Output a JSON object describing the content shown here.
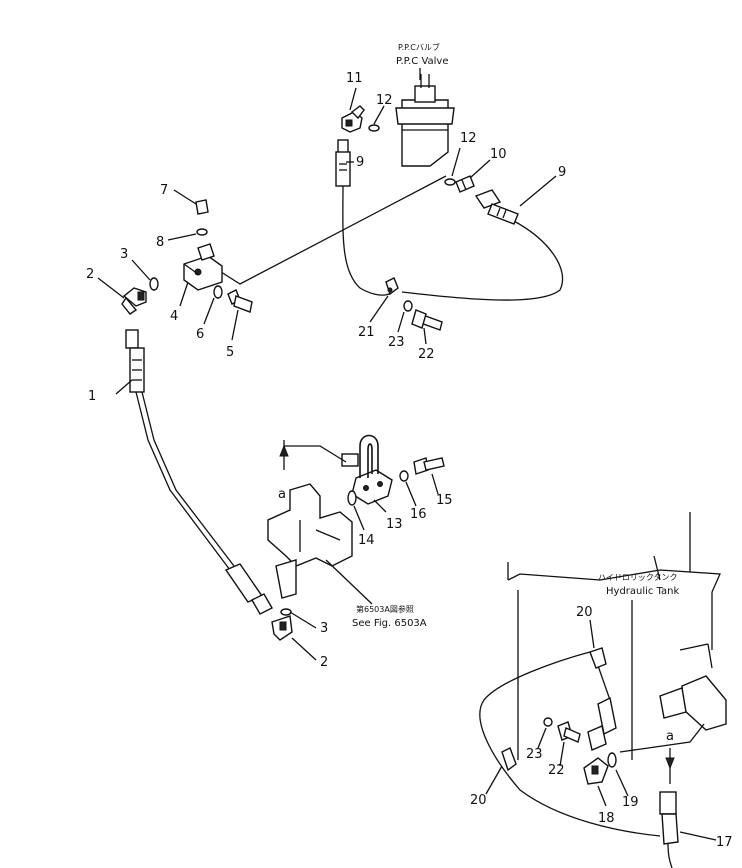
{
  "captions": {
    "ppc_valve_jp": "P.P.Cバルブ",
    "ppc_valve_en": "P.P.C Valve",
    "see_fig_jp": "第6503A図参照",
    "see_fig_en": "See Fig. 6503A",
    "hyd_tank_jp": "ハイドロリックタンク",
    "hyd_tank_en": "Hydraulic Tank"
  },
  "callouts": {
    "c1": "1",
    "c2a": "2",
    "c2b": "2",
    "c3a": "3",
    "c3b": "3",
    "c4": "4",
    "c5": "5",
    "c6": "6",
    "c7": "7",
    "c8": "8",
    "c9a": "9",
    "c9b": "9",
    "c10": "10",
    "c11": "11",
    "c12a": "12",
    "c12b": "12",
    "c13": "13",
    "c14": "14",
    "c15": "15",
    "c16": "16",
    "c17": "17",
    "c18": "18",
    "c19": "19",
    "c20a": "20",
    "c20b": "20",
    "c21": "21",
    "c22a": "22",
    "c22b": "22",
    "c23a": "23",
    "c23b": "23"
  },
  "markers": {
    "a_top": "a",
    "a_bottom": "a"
  }
}
